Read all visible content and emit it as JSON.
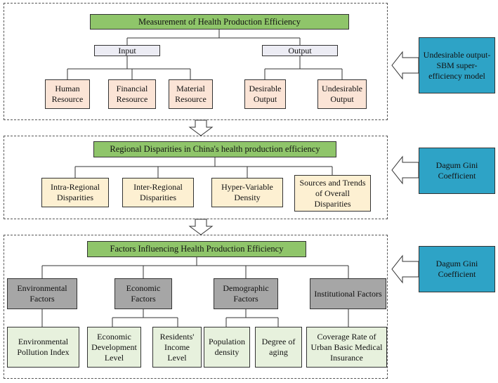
{
  "section1": {
    "title": "Measurement of Health Production Efficiency",
    "input": "Input",
    "output": "Output",
    "inputs": [
      "Human Resource",
      "Financial Resource",
      "Material Resource"
    ],
    "outputs": [
      "Desirable Output",
      "Undesirable Output"
    ],
    "method": "Undesirable output-SBM super-efficiency model"
  },
  "section2": {
    "title": "Regional Disparities in China's health production efficiency",
    "items": [
      "Intra-Regional Disparities",
      "Inter-Regional Disparities",
      "Hyper-Variable Density",
      "Sources and Trends of Overall Disparities"
    ],
    "method": "Dagum Gini Coefficient"
  },
  "section3": {
    "title": "Factors Influencing Health Production Efficiency",
    "factors": [
      "Environmental Factors",
      "Economic Factors",
      "Demographic Factors",
      "Institutional Factors"
    ],
    "indicators": [
      "Environmental Pollution Index",
      "Economic Development Level",
      "Residents' Income Level",
      "Population density",
      "Degree of aging",
      "Coverage Rate of Urban Basic Medical Insurance"
    ],
    "method": "Dagum Gini Coefficient"
  },
  "colors": {
    "title_green": "#8fc56a",
    "method_teal": "#2ea3c6",
    "input_peach": "#fbe4d6",
    "disparity_cream": "#fdf0d2",
    "factor_grey": "#a6a6a6",
    "indicator_mint": "#e7f1dd"
  }
}
